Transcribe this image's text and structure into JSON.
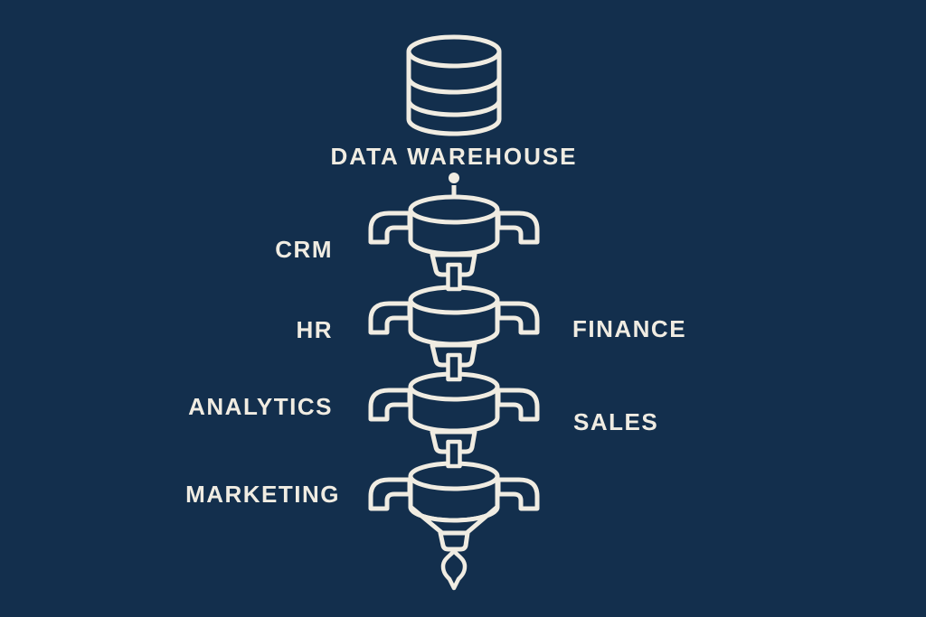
{
  "colors": {
    "background": "#132F4D",
    "line": "#F0ECE2"
  },
  "warehouse": {
    "label": "DATA WAREHOUSE",
    "icon": "database-icon"
  },
  "levels": [
    {
      "left_label": "CRM",
      "icon": "grinder-icon"
    },
    {
      "left_label": "HR",
      "right_label": "FINANCE",
      "icon": "grinder-icon"
    },
    {
      "left_label": "ANALYTICS",
      "right_label": "SALES",
      "icon": "grinder-icon"
    },
    {
      "left_label": "MARKETING",
      "icon": "grinder-icon"
    }
  ],
  "output": {
    "icon": "drop-icon"
  }
}
